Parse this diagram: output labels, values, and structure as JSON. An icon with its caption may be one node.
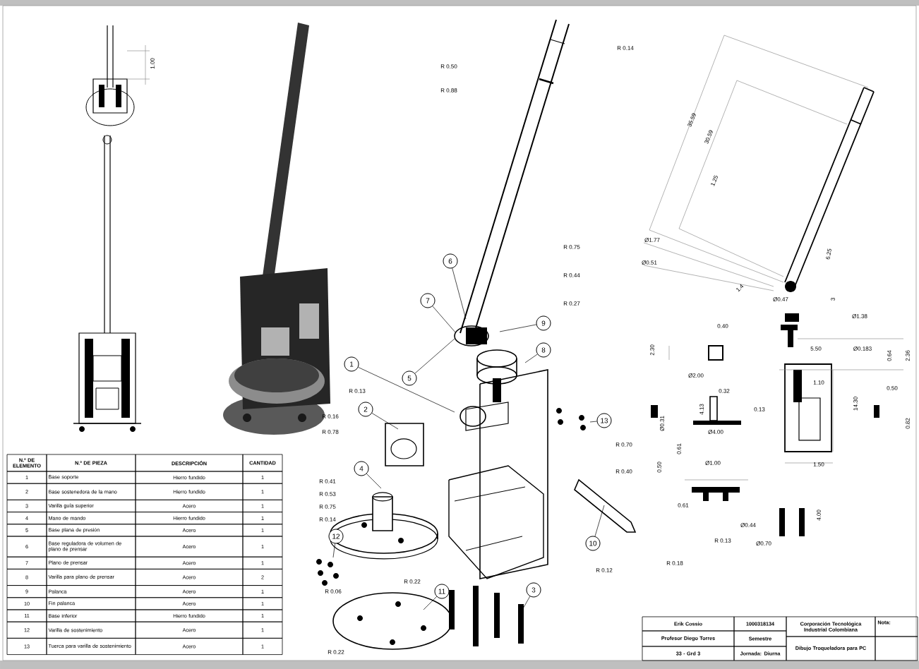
{
  "diagram": {
    "nodes": [
      {
        "text": [
          "1"
        ]
      },
      {
        "text": [
          "2"
        ]
      },
      {
        "text": [
          "3"
        ]
      },
      {
        "text": [
          "4"
        ]
      },
      {
        "text": [
          "5"
        ]
      },
      {
        "text": [
          "6"
        ]
      },
      {
        "text": [
          "7"
        ]
      },
      {
        "text": [
          "8"
        ]
      },
      {
        "text": [
          "9"
        ]
      },
      {
        "text": [
          "10"
        ]
      },
      {
        "text": [
          "11"
        ]
      },
      {
        "text": [
          "12"
        ]
      },
      {
        "text": [
          "13"
        ]
      }
    ],
    "edges": [
      {
        "from": 0,
        "to": null,
        "arrow": "none"
      },
      {
        "from": 1,
        "to": null,
        "arrow": "none"
      },
      {
        "from": 2,
        "to": null,
        "arrow": "none"
      },
      {
        "from": 3,
        "to": null,
        "arrow": "none"
      },
      {
        "from": 4,
        "to": null,
        "arrow": "none"
      },
      {
        "from": 5,
        "to": null,
        "arrow": "none"
      },
      {
        "from": 6,
        "to": null,
        "arrow": "none"
      },
      {
        "from": 7,
        "to": null,
        "arrow": "none"
      },
      {
        "from": 8,
        "to": null,
        "arrow": "none"
      },
      {
        "from": 9,
        "to": null,
        "arrow": "none"
      },
      {
        "from": 10,
        "to": null,
        "arrow": "none"
      },
      {
        "from": 11,
        "to": null,
        "arrow": "none"
      },
      {
        "from": 12,
        "to": null,
        "arrow": "none"
      }
    ],
    "labels": [
      "1.00",
      "R 0.50",
      "R 0.88",
      "R 0.14",
      "R 0.75",
      "R 0.44",
      "R 0.27",
      "R 0.13",
      "R 0.16",
      "R 0.78",
      "R 0.70",
      "R 0.40",
      "R 0.41",
      "R 0.53",
      "R 0.75",
      "R 0.14",
      "R 0.12",
      "R 0.13",
      "R 0.18",
      "R 0.06",
      "R 0.22",
      "R 0.22",
      "35.59",
      "30.59",
      "1.25",
      "Ø1.77",
      "Ø0.51",
      "6.25",
      "1.4",
      "Ø0.47",
      "3",
      "Ø1.38",
      "0.40",
      "2.30",
      "5.50",
      "Ø0.183",
      "0.64",
      "2.36",
      "Ø2.00",
      "1.10",
      "4.13",
      "0.32",
      "0.13",
      "14.30",
      "0.50",
      "Ø0.31",
      "Ø4.00",
      "0.61",
      "1.50",
      "0.82",
      "Ø1.00",
      "0.50",
      "0.61",
      "Ø0.44",
      "4.00",
      "Ø0.70",
      "N.º DE ELEMENTO",
      "N.º DE PIEZA",
      "DESCRIPCIÓN",
      "CANTIDAD",
      "1",
      "Base soporte",
      "Hierro fundido",
      "1",
      "2",
      "Base sostenedora de la mano",
      "Hierro fundido",
      "1",
      "3",
      "Varilla guía superior",
      "Acero",
      "1",
      "4",
      "Mano de mando",
      "Hierro fundido",
      "1",
      "5",
      "Base plana de presión",
      "Acero",
      "1",
      "6",
      "Base reguladora de volumen de plano de prensar",
      "Acero",
      "1",
      "7",
      "Plano de prensar",
      "Acero",
      "1",
      "8",
      "Varilla para plano de prensar",
      "Acero",
      "2",
      "9",
      "Palanca",
      "Acero",
      "1",
      "10",
      "Fin palanca",
      "Acero",
      "1",
      "11",
      "Base inferior",
      "Hierro fundido",
      "1",
      "12",
      "Varilla de sostenimiento",
      "Acero",
      "1",
      "13",
      "Tuerca para varilla de sostenimiento",
      "Acero",
      "1",
      "Erik Cossio",
      "1000318134",
      "Corporación Tecnológica Industrial Colombiana",
      "Nota:",
      "Profesor Diego Torres",
      "Semestre",
      "Dibujo Troqueladora para PC",
      "33 - Grd 3",
      "Jornada: Diurna"
    ]
  }
}
